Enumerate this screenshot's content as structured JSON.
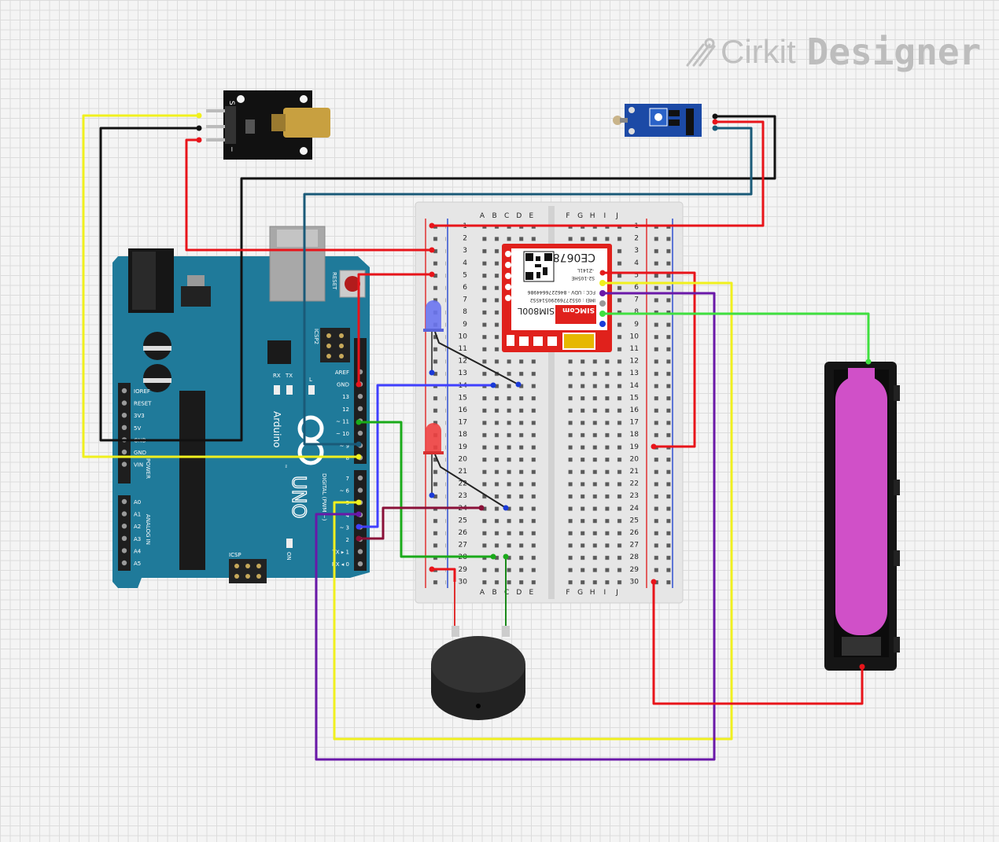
{
  "brand": {
    "prefix": "Cirkit",
    "suffix": "Designer"
  },
  "laser": {
    "pins": [
      "S",
      "",
      "−"
    ]
  },
  "arduino": {
    "brand": "Arduino",
    "model": "UNO",
    "reset": "RESET",
    "icsp2": "ICSP2",
    "icsp": "ICSP",
    "tx": "TX",
    "rx": "RX",
    "l": "L",
    "on": "ON",
    "tm": "™",
    "power_title": "POWER",
    "analog_title": "ANALOG IN",
    "digital_title": "DIGITAL (PWM ~)",
    "power_pins": [
      "IOREF",
      "RESET",
      "3V3",
      "5V",
      "GND",
      "GND",
      "VIN"
    ],
    "analog_pins": [
      "A0",
      "A1",
      "A2",
      "A3",
      "A4",
      "A5"
    ],
    "digital_top": [
      "AREF",
      "GND",
      "13",
      "12",
      "~ 11",
      "~ 10",
      "~ 9",
      "8"
    ],
    "digital_bottom": [
      "7",
      "~ 6",
      "~ 5",
      "4",
      "~ 3",
      "2",
      "TX ▸ 1",
      "RX ◂ 0"
    ]
  },
  "breadboard": {
    "cols_left": [
      "A",
      "B",
      "C",
      "D",
      "E"
    ],
    "cols_right": [
      "F",
      "G",
      "H",
      "I",
      "J"
    ],
    "rows": [
      "1",
      "2",
      "3",
      "4",
      "5",
      "6",
      "7",
      "8",
      "9",
      "10",
      "11",
      "12",
      "13",
      "14",
      "15",
      "16",
      "17",
      "18",
      "19",
      "20",
      "21",
      "22",
      "23",
      "24",
      "25",
      "26",
      "27",
      "28",
      "29",
      "30"
    ]
  },
  "gsm": {
    "model": "SIM800L",
    "cert": "CE0678",
    "rev": "S2-105HE",
    "ver": "-Z141L",
    "fcc": "FCC : UDV - 8462276644986",
    "imei": "IMEI : 055277692905145S2",
    "logo": "SIMCom"
  },
  "colors": {
    "board": "#1f7a9a",
    "red": "#e8141a",
    "black": "#111111",
    "yellow": "#f0f01e",
    "blue_wire": "#1a5a78",
    "green": "#1aaa1a",
    "lime": "#40e040",
    "purple": "#6a18a8",
    "violet": "#4040ff",
    "maroon": "#8a1038",
    "battery": "#d050c8"
  }
}
